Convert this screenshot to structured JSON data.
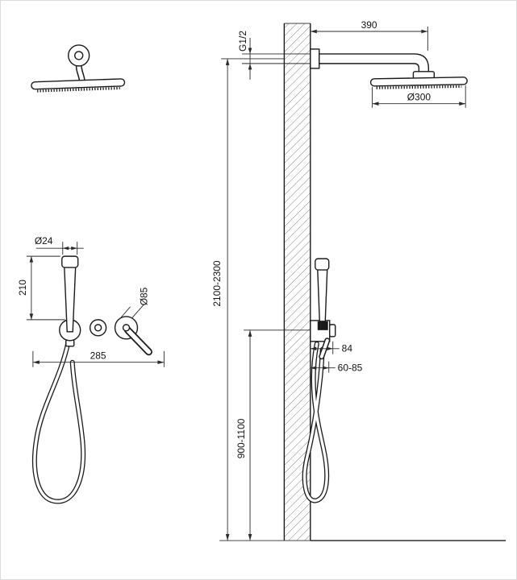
{
  "drawing": {
    "background": "#ffffff",
    "line_color": "#1a1a1a",
    "labels": {
      "arm_length": "390",
      "thread_size": "G1/2",
      "head_diameter": "Ø300",
      "install_height_range": "2100-2300",
      "hand_shower_height_range": "900-1100",
      "hand_shower_offset": "84",
      "valve_projection_range": "60-85",
      "hand_shower_diameter": "Ø24",
      "hand_shower_length": "210",
      "trim_diameter": "Ø85",
      "trim_width": "285"
    }
  }
}
